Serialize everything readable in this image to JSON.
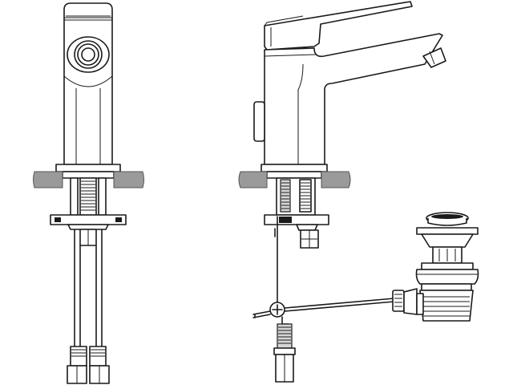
{
  "figure": {
    "views": [
      "front",
      "side"
    ],
    "colors": {
      "line": "#1a1a1a",
      "countertop": "#9a9a9a",
      "background": "#ffffff"
    },
    "components": {
      "front": [
        "faucet-body",
        "temperature-limiter",
        "mounting-nut",
        "countertop",
        "threaded-rod",
        "fixing-plate",
        "supply-hoses",
        "hose-connectors"
      ],
      "side": [
        "lever-handle",
        "spout",
        "aerator",
        "pop-up-knob",
        "faucet-body",
        "countertop",
        "threaded-rod",
        "fixing-plate",
        "pop-up-rod",
        "clamp-screw",
        "linkage-rod",
        "drain-plug",
        "drain-body",
        "supply-hose"
      ]
    }
  }
}
